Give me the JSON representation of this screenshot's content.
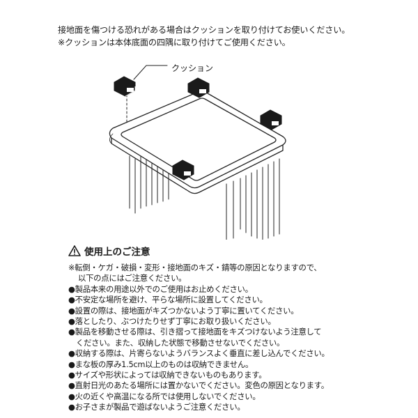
{
  "intro": {
    "line1": "接地面を傷つける恐れがある場合はクッションを取り付けてお使いください。",
    "line2": "※クッションは本体底面の四隅に取り付けてご使用ください。"
  },
  "illustration": {
    "cushion_label": "クッション"
  },
  "caution": {
    "title": "使用上のご注意",
    "note_line1": "※転倒・ケガ・破損・変形・接地面のキズ・錆等の原因となりますので、",
    "note_line2": "以下の点にはご注意ください。",
    "items": [
      "●製品本来の用途以外でのご使用はお止めください。",
      "●不安定な場所を避け、平らな場所に設置してください。",
      "●設置の際は、接地面がキズつかないよう丁寧に置いてください。",
      "●落としたり、ぶつけたりせず丁寧にお取り扱いください。",
      "●製品を移動させる際は、引き摺って接地面をキズつけないよう注意して",
      "ください。また、収納した状態で移動させないでください。",
      "●収納する際は、片寄らないようバランスよく垂直に差し込んでください。",
      "●まな板の厚み1.5cm以上のものは収納できません。",
      "●サイズや形状によっては収納できないものもあります。",
      "●直射日光のあたる場所には置かないでください。変色の原因となります。",
      "●火の近くや高温になる所では使用しないでください。",
      "●お子さまが製品で遊ばないようご注意ください。"
    ]
  },
  "colors": {
    "text": "#1a1a1a",
    "line": "#222222"
  }
}
